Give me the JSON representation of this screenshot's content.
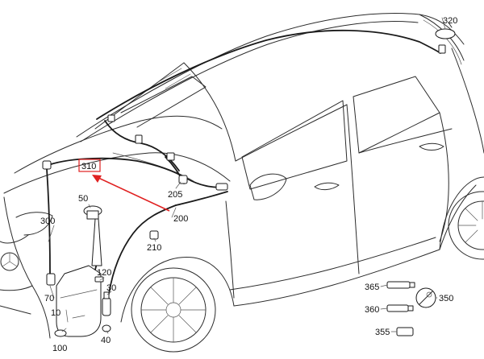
{
  "labels": {
    "p10": "10",
    "p30": "30",
    "p40": "40",
    "p50": "50",
    "p70": "70",
    "p100": "100",
    "p120": "120",
    "p200": "200",
    "p205": "205",
    "p210": "210",
    "p300": "300",
    "p310": "310",
    "p320": "320",
    "p350": "350",
    "p355": "355",
    "p360": "360",
    "p365": "365"
  },
  "highlighted_part": "310",
  "colors": {
    "highlight": "#e02020",
    "line": "#1a1a1a",
    "background": "#ffffff"
  }
}
